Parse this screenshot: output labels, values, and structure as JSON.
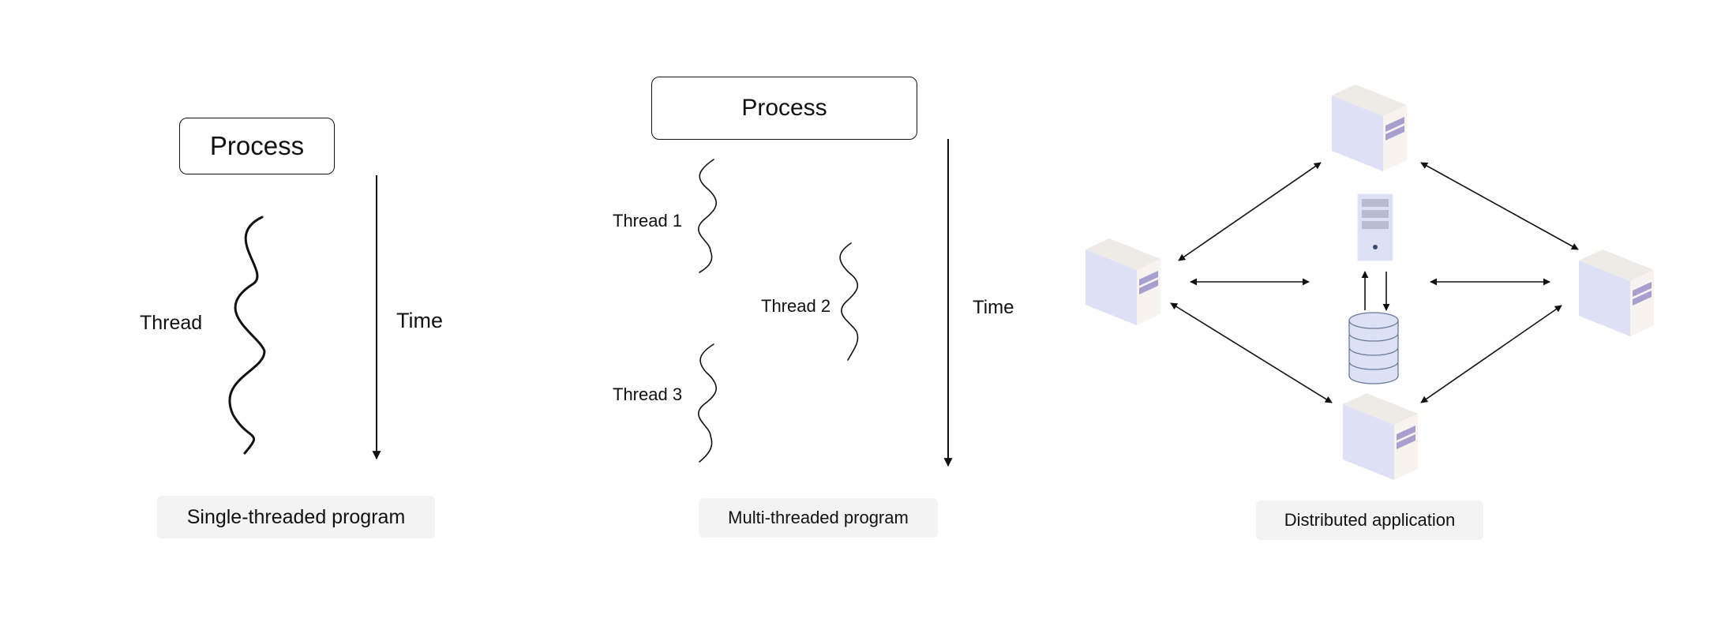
{
  "single": {
    "process_label": "Process",
    "thread_label": "Thread",
    "time_label": "Time",
    "caption": "Single-threaded program"
  },
  "multi": {
    "process_label": "Process",
    "threads": [
      "Thread 1",
      "Thread 2",
      "Thread 3"
    ],
    "time_label": "Time",
    "caption": "Multi-threaded program"
  },
  "distributed": {
    "caption": "Distributed application",
    "icons": {
      "node": "server-icon",
      "center_server": "tower-server-icon",
      "storage": "database-icon"
    }
  },
  "colors": {
    "stroke": "#111111",
    "caption_bg": "#f3f3f3",
    "server_front": "#dde1f5",
    "server_side": "#f8f3ef",
    "server_top": "#eeebe6",
    "server_stripe": "#a79fd0",
    "database_fill": "#dde1f5",
    "database_stroke": "#6a7a9e"
  }
}
